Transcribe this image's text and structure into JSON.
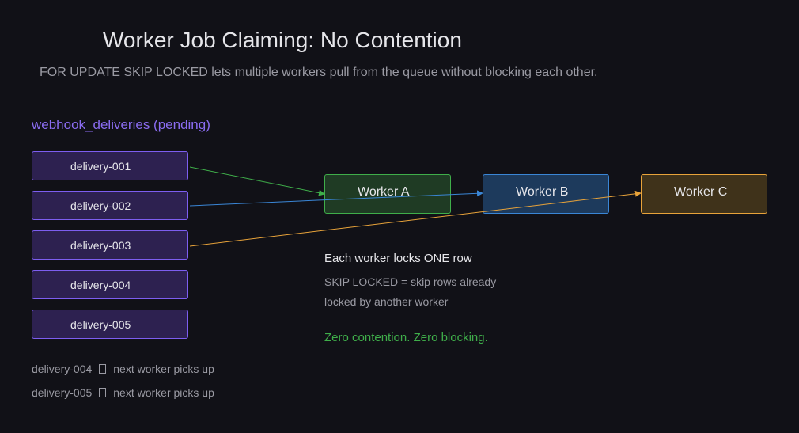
{
  "title": "Worker Job Claiming: No Contention",
  "subtitle": "FOR UPDATE SKIP LOCKED lets multiple workers pull from the queue without blocking each other.",
  "queue": {
    "title": "webhook_deliveries (pending)",
    "rows": [
      "delivery-001",
      "delivery-002",
      "delivery-003",
      "delivery-004",
      "delivery-005"
    ]
  },
  "workers": [
    {
      "label": "Worker A",
      "color": "#3fae4a"
    },
    {
      "label": "Worker B",
      "color": "#3a86d6"
    },
    {
      "label": "Worker C",
      "color": "#e8a33a"
    }
  ],
  "notes": {
    "heading": "Each worker locks ONE row",
    "line1": "SKIP LOCKED = skip rows already",
    "line2": "locked by another worker",
    "zero": "Zero contention. Zero blocking."
  },
  "pickups": [
    {
      "row": "delivery-004",
      "text": "next worker picks up"
    },
    {
      "row": "delivery-005",
      "text": "next worker picks up"
    }
  ],
  "colors": {
    "background": "#111117",
    "row_fill": "#2d2150",
    "row_border": "#7d5ef0",
    "queue_title": "#8a6cf0"
  }
}
